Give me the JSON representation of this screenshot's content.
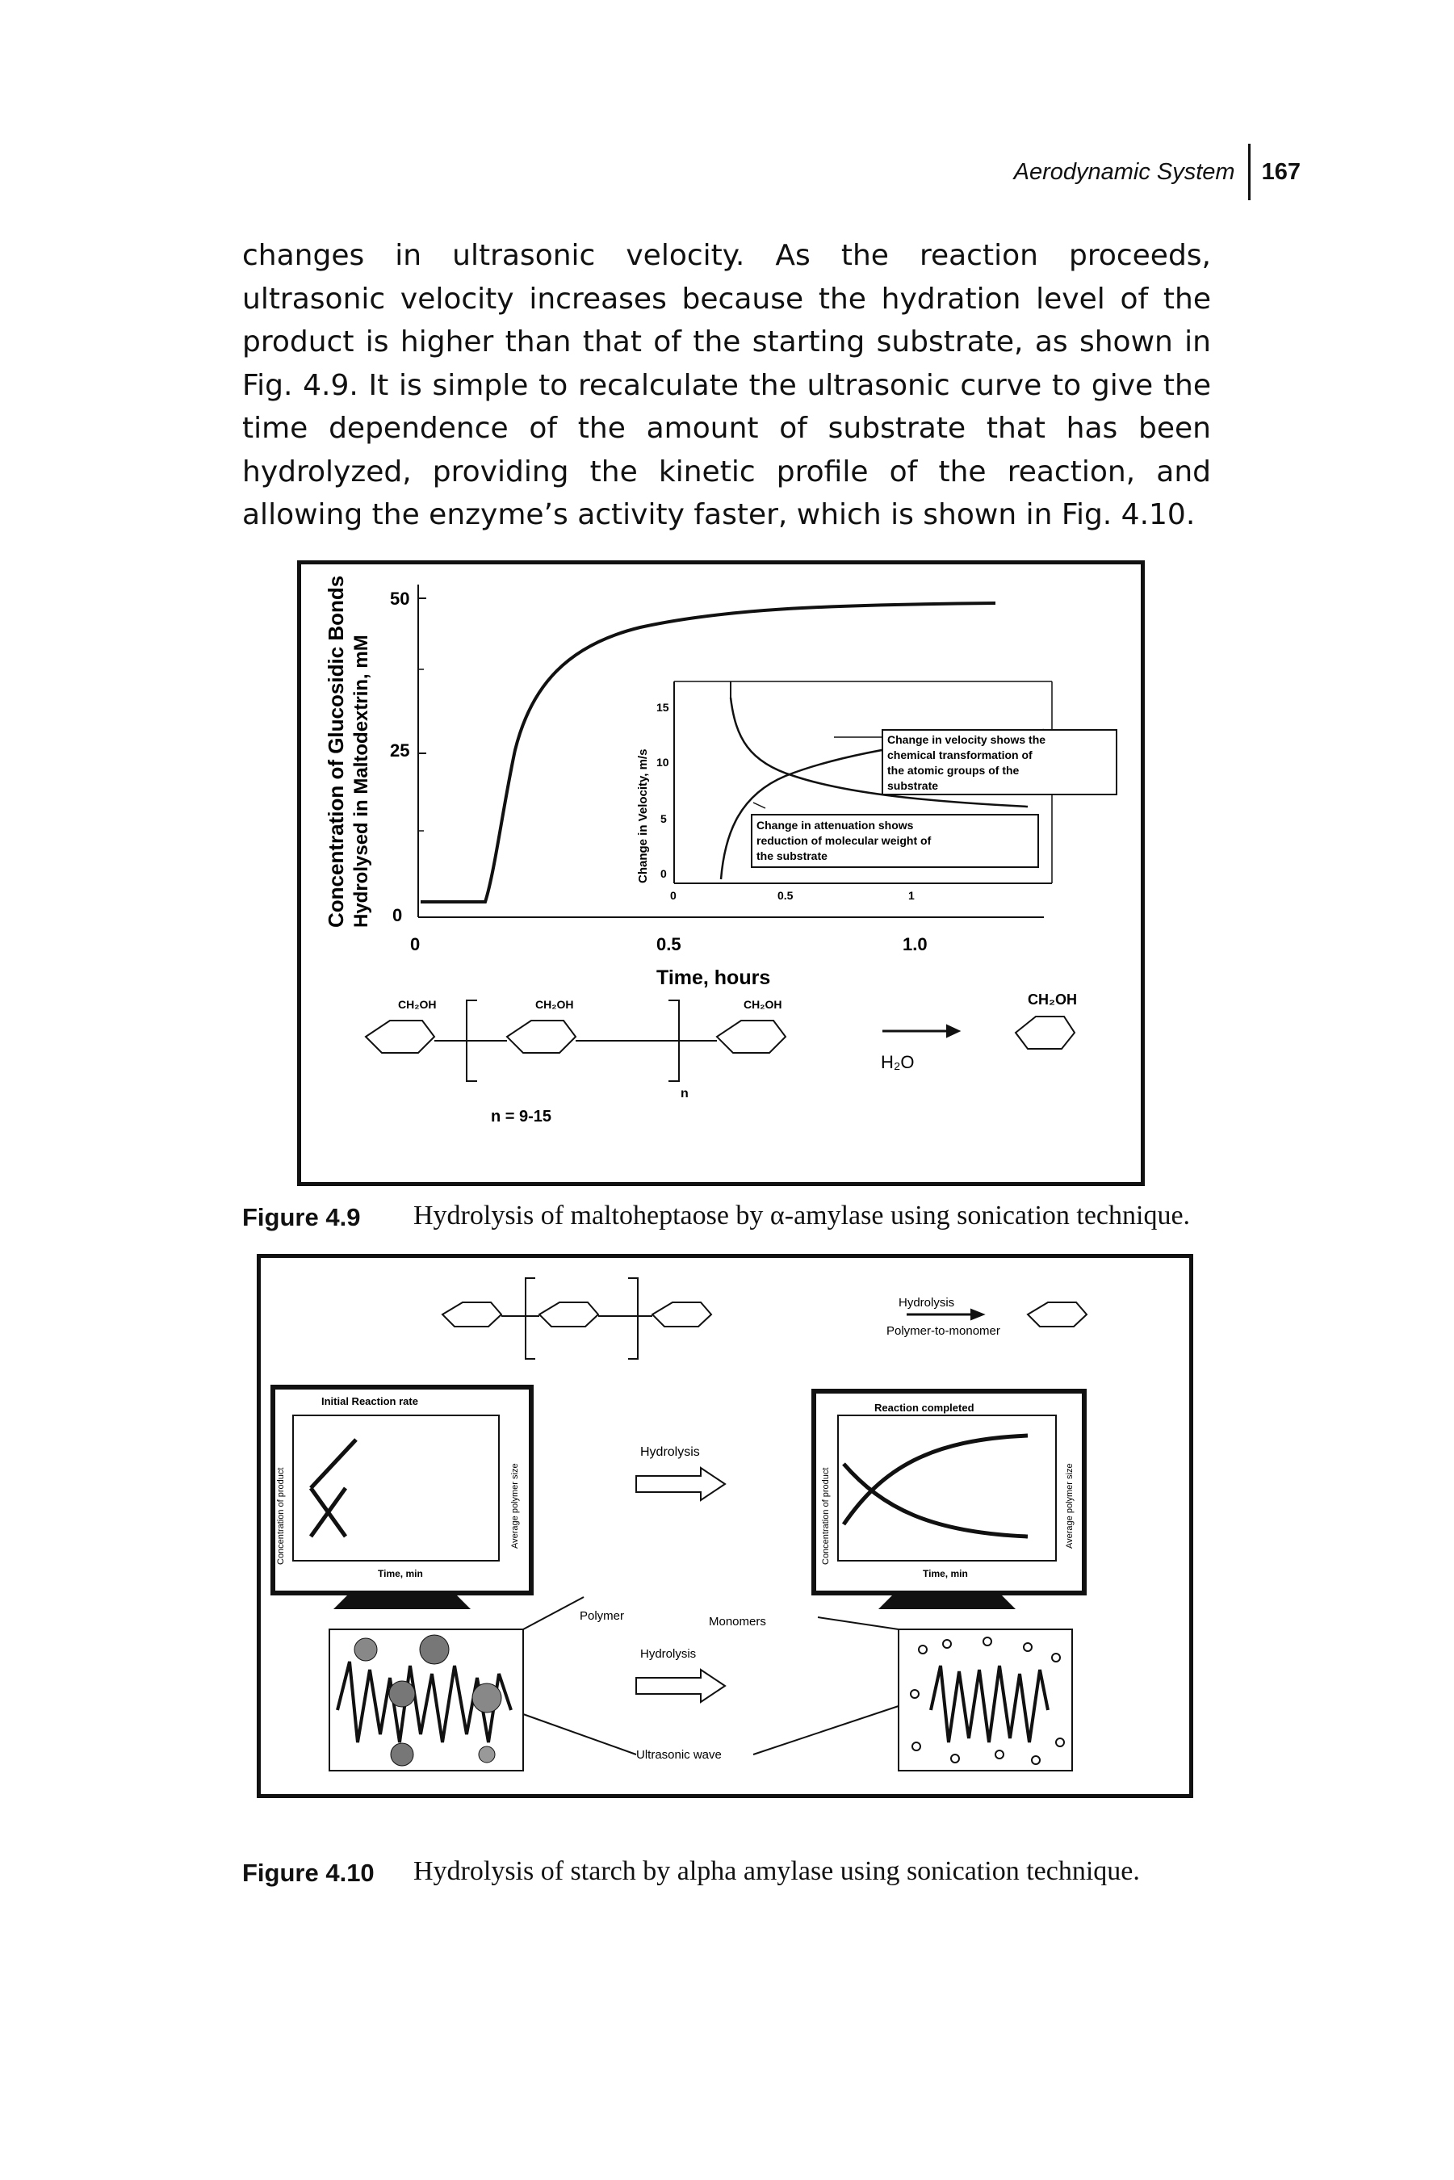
{
  "header": {
    "running_title": "Aerodynamic System",
    "page_number": "167"
  },
  "body_text": "changes in ultrasonic velocity. As the reaction proceeds, ultrasonic velocity increases because the hydration level of the product is higher than that of the starting substrate, as shown in Fig. 4.9. It is simple to recalculate the ultrasonic curve to give the time dependence of the amount of substrate that has been hydrolyzed, providing the kinetic profile of the reaction, and allowing the enzyme’s activity faster, which is shown in Fig. 4.10.",
  "figure_4_9": {
    "caption_number": "Figure 4.9",
    "caption_text": "Hydrolysis of maltoheptaose by α-amylase using sonication technique.",
    "y_label_line1": "Concentration of Glucosidic Bonds",
    "y_label_line2": "Hydrolysed in Maltodextrin, mM",
    "y_ticks": [
      "50",
      "25",
      "0"
    ],
    "x_ticks": [
      "0",
      "0.5",
      "1.0"
    ],
    "x_label": "Time, hours",
    "inset": {
      "y_label": "Change in Velocity, m/s",
      "y_ticks": [
        "15",
        "10",
        "5",
        "0"
      ],
      "x_ticks": [
        "0",
        "0.5",
        "1"
      ],
      "note_velocity": [
        "Change in velocity shows the",
        "chemical transformation of",
        "the atomic groups of the",
        "substrate"
      ],
      "note_attenuation": [
        "Change in attenuation shows",
        "reduction of molecular weight of",
        "the substrate"
      ]
    },
    "scheme": {
      "repeat": "n = 9-15",
      "n": "n",
      "water": "H₂O",
      "group_ch2oh": "CH₂OH"
    }
  },
  "figure_4_10": {
    "caption_number": "Figure 4.10",
    "caption_text": "Hydrolysis of starch by alpha amylase using sonication technique.",
    "top_arrow_label_1": "Hydrolysis",
    "top_arrow_label_2": "Polymer-to-monomer",
    "left_monitor_title": "Initial Reaction rate",
    "left_monitor_xlabel": "Time, min",
    "right_monitor_title": "Reaction completed",
    "right_monitor_xlabel": "Time, min",
    "monitor_ylabel": "Concentration of product",
    "monitor_ylabel_right": "Average polymer size",
    "middle_arrow_label": "Hydrolysis",
    "polymer_label": "Polymer",
    "monomers_label": "Monomers",
    "lower_arrow_label": "Hydrolysis",
    "wave_label": "Ultrasonic wave"
  }
}
